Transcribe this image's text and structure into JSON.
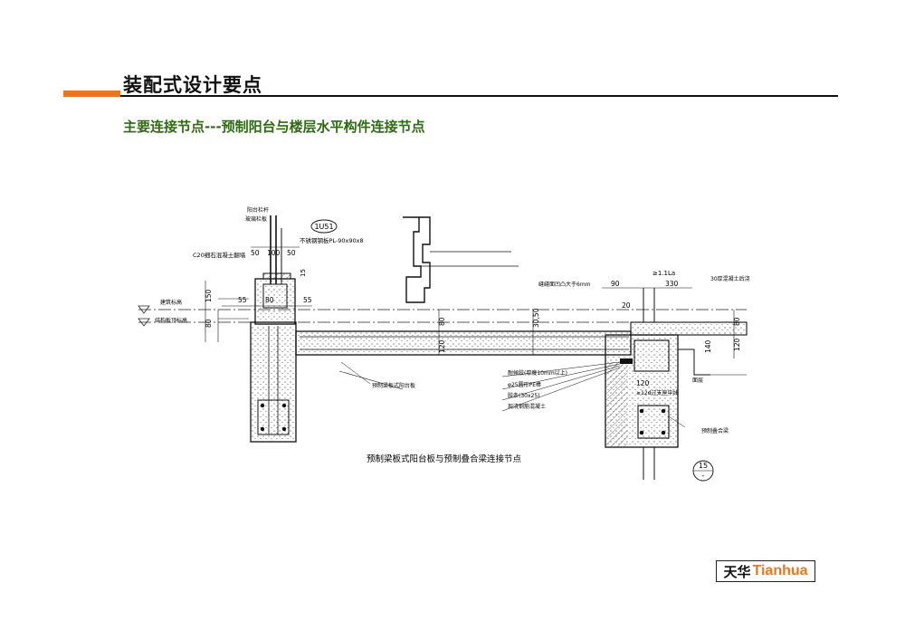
{
  "page": {
    "title": "装配式设计要点",
    "subtitle": "主要连接节点---预制阳台与楼层水平构件连接节点"
  },
  "drawing": {
    "caption": "预制梁板式阳台板与预制叠合梁连接节点",
    "detail_ref": "15",
    "detail_ref_sub": "-",
    "callout_ref": "1U51",
    "labels": {
      "railing": "阳台栏杆",
      "glass_panel": "玻璃栏板",
      "steel_plate": "不锈钢钢板PL-90x90x8",
      "c20_curb": "C20细石混凝土翻墙",
      "finished_level": "建筑标高",
      "structural_level": "结构板顶标高",
      "precast_slab": "预制梁板式阳台板",
      "joint_gap": "缝缝面凹凸大于6mm",
      "anchorage": "≥1.1La",
      "topping": "30厚混凝土后浇",
      "sealant": "耐候胶(厚度10mm以上)",
      "pe_rod": "φ25圆形PE棒",
      "filler": "胶条(30x25)",
      "cast_concrete": "现浇钢筋混凝土",
      "rebar_note": "≥12d过支座中线",
      "laminated_beam": "预制叠合梁",
      "floor": "面层"
    },
    "dims": {
      "d50a": "50",
      "d100": "100",
      "d50b": "50",
      "d15": "15",
      "d150": "150",
      "d80a": "80",
      "d55a": "55",
      "d80b": "80",
      "d55b": "55",
      "d80c": "80",
      "d120a": "120",
      "d30_50": "30,50",
      "d90": "90",
      "d330": "330",
      "d20": "20",
      "d80d": "80",
      "d120b": "120",
      "d140": "140",
      "d120c": "120"
    }
  },
  "logo": {
    "cn": "天华",
    "en": "Tianhua"
  },
  "colors": {
    "accent": "#e87722",
    "subtitle": "#2e6b12"
  }
}
